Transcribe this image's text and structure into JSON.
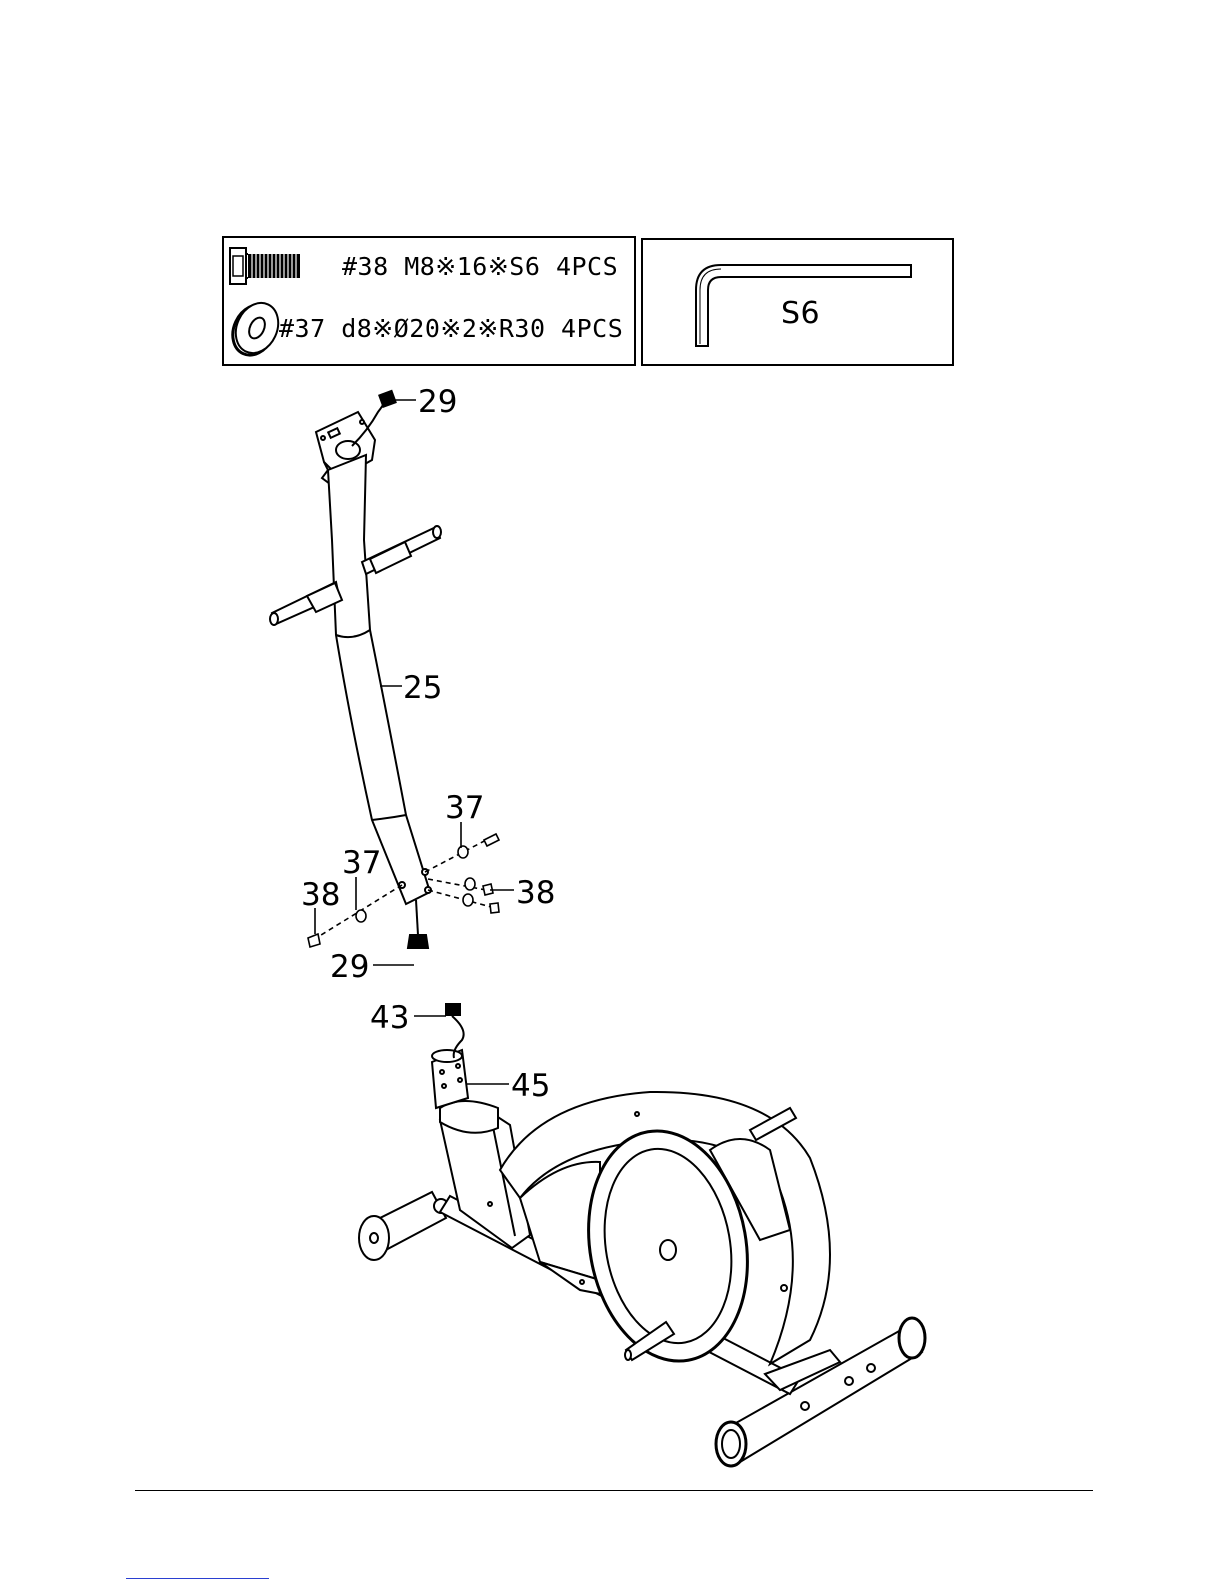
{
  "hardware": {
    "bolt": "#38 M8※16※S6 4PCS",
    "washer": "#37 d8※Ø20※2※R30 4PCS"
  },
  "tool": {
    "label": "S6"
  },
  "callouts": {
    "c29_top": "29",
    "c25": "25",
    "c37_right": "37",
    "c37_left": "37",
    "c38_right": "38",
    "c38_left": "38",
    "c29_bottom": "29",
    "c43": "43",
    "c45": "45"
  }
}
